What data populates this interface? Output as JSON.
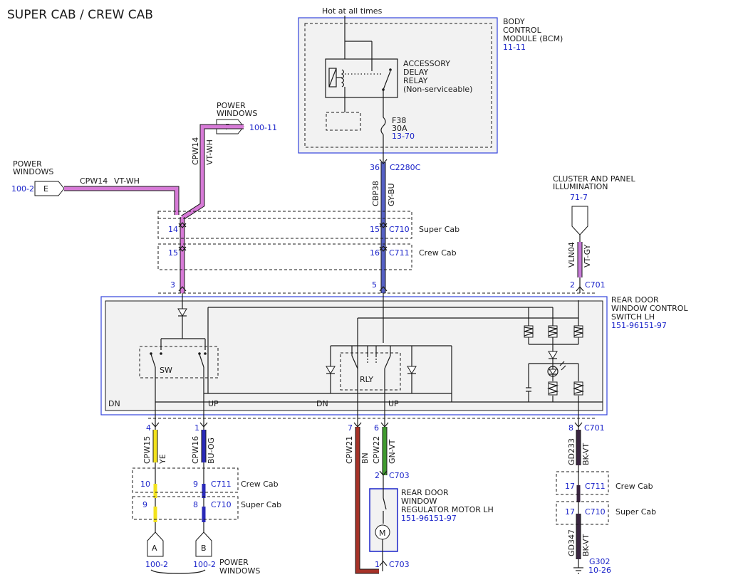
{
  "title": "SUPER CAB / CREW CAB",
  "colors": {
    "vt_wh": "#d77ad7",
    "gy_bu": "#5560c4",
    "vt_gy": "#c77ad7",
    "ye": "#f2e21c",
    "bu_og": "#2a2ab8",
    "bn": "#a63228",
    "gn_vt": "#3f9a2e",
    "bk_vt": "#3a2540",
    "ref_blue": "#1a23c9",
    "module_border": "#3344dd",
    "module_fill": "#f2f2f2"
  },
  "bcm": {
    "feed": "Hot at all times",
    "name": [
      "BODY",
      "CONTROL",
      "MODULE (BCM)"
    ],
    "ref": "11-11",
    "relay": [
      "ACCESSORY",
      "DELAY",
      "RELAY",
      "(Non-serviceable)"
    ],
    "fuse": [
      "F38",
      "30A"
    ],
    "fuse_ref": "13-70",
    "pin": "36",
    "connector": "C2280C",
    "circuit": "CBP38",
    "wire_color": "GY-BU"
  },
  "pw_f": {
    "label": [
      "POWER",
      "WINDOWS"
    ],
    "letter": "F",
    "ref": "100-11",
    "circuit": "CPW14",
    "wire_color": "VT-WH"
  },
  "pw_e": {
    "label": [
      "POWER",
      "WINDOWS"
    ],
    "letter": "E",
    "ref": "100-2",
    "circuit": "CPW14",
    "wire_color": "VT-WH"
  },
  "cluster": {
    "label": [
      "CLUSTER AND PANEL",
      "ILLUMINATION"
    ],
    "ref": "71-7",
    "circuit": "VLN04",
    "wire_color": "VT-GY",
    "pin": "2",
    "connector": "C701"
  },
  "upper_inline": {
    "super_cab": "Super Cab",
    "crew_cab": "Crew Cab",
    "left_pins": [
      "14",
      "15",
      "3"
    ],
    "mid_pins": [
      "15",
      "16",
      "5"
    ],
    "c710": "C710",
    "c711": "C711"
  },
  "switch": {
    "name": [
      "REAR DOOR",
      "WINDOW CONTROL",
      "SWITCH LH"
    ],
    "ref": "151-96151-97",
    "sw": "SW",
    "rly": "RLY",
    "dn": "DN",
    "up": "UP"
  },
  "bottom_left": {
    "pins_a": [
      "4",
      "10",
      "9"
    ],
    "pins_b": [
      "1",
      "9",
      "8"
    ],
    "circuit_a": "CPW15",
    "color_a": "YE",
    "circuit_b": "CPW16",
    "color_b": "BU-OG",
    "crew_cab": "Crew Cab",
    "super_cab": "Super Cab",
    "c711": "C711",
    "c710": "C710",
    "letter_a": "A",
    "letter_b": "B",
    "ref_a": "100-2",
    "ref_b": "100-2",
    "label": [
      "POWER",
      "WINDOWS"
    ]
  },
  "motor": {
    "name": [
      "REAR DOOR",
      "WINDOW",
      "REGULATOR MOTOR LH"
    ],
    "ref": "151-96151-97",
    "symbol": "M",
    "pin_bn": "7",
    "pin_gn": "6",
    "circuit_bn": "CPW21",
    "color_bn": "BN",
    "circuit_gn": "CPW22",
    "color_gn": "GN-VT",
    "top_pin": "2",
    "top_connector": "C703",
    "bot_pin": "1",
    "bot_connector": "C703"
  },
  "ground": {
    "pin": "8",
    "connector": "C701",
    "circuit1": "GD233",
    "color1": "BK-VT",
    "crew_pin": "17",
    "crew_conn": "C711",
    "crew_cab": "Crew Cab",
    "super_pin": "17",
    "super_conn": "C710",
    "super_cab": "Super Cab",
    "circuit2": "GD347",
    "color2": "BK-VT",
    "name": "G302",
    "ref": "10-26"
  }
}
